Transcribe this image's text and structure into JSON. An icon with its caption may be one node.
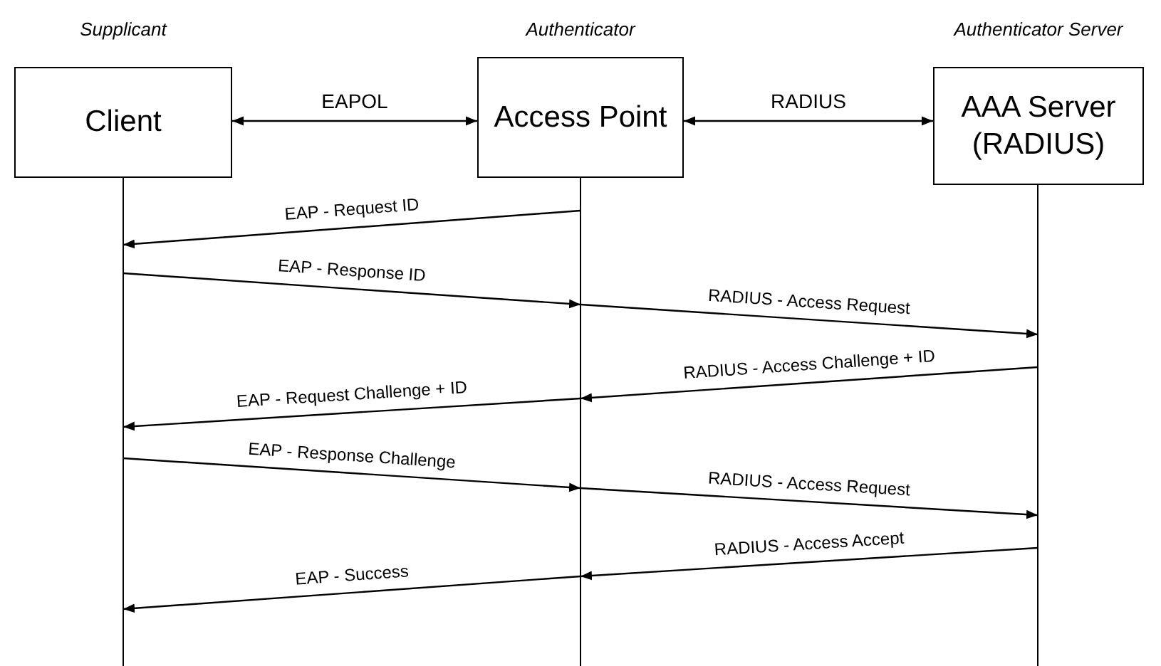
{
  "diagram": {
    "nodes": [
      {
        "text": [
          "Client"
        ],
        "beside": [
          "Supplicant"
        ]
      },
      {
        "text": [
          "Access Point"
        ],
        "beside": [
          "Authenticator"
        ]
      },
      {
        "text": [
          "AAA Server (RADIUS)"
        ],
        "beside": [
          "Authenticator Server"
        ]
      },
      {
        "text": [],
        "shape": "line"
      },
      {
        "text": [],
        "shape": "line"
      },
      {
        "text": [],
        "shape": "line"
      }
    ],
    "edges": [
      {
        "from": 0,
        "to": 1,
        "arrow": "both",
        "label": "EAPOL"
      },
      {
        "from": 1,
        "to": 2,
        "arrow": "both",
        "label": "RADIUS"
      },
      {
        "from": 4,
        "to": 3,
        "arrow": "to",
        "label": "EAP - Request ID"
      },
      {
        "from": 3,
        "to": 4,
        "arrow": "to",
        "label": "EAP - Response ID"
      },
      {
        "from": 4,
        "to": 5,
        "arrow": "to",
        "label": "RADIUS - Access Request"
      },
      {
        "from": 5,
        "to": 4,
        "arrow": "to",
        "label": "RADIUS - Access Challenge + ID"
      },
      {
        "from": 4,
        "to": 3,
        "arrow": "to",
        "label": "EAP - Request Challenge + ID"
      },
      {
        "from": 3,
        "to": 4,
        "arrow": "to",
        "label": "EAP - Response Challenge"
      },
      {
        "from": 4,
        "to": 5,
        "arrow": "to",
        "label": "RADIUS - Access Request"
      },
      {
        "from": 5,
        "to": 4,
        "arrow": "to",
        "label": "RADIUS - Access Accept"
      },
      {
        "from": 4,
        "to": 3,
        "arrow": "to",
        "label": "EAP - Success"
      }
    ]
  }
}
